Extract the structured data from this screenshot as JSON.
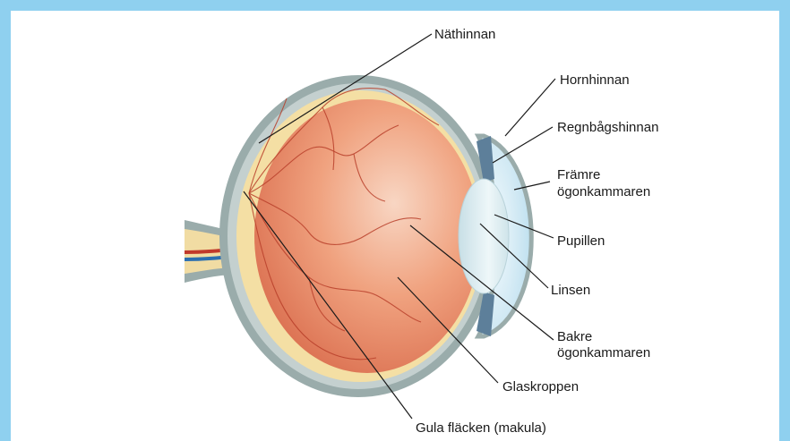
{
  "labels": {
    "nathinnan": "Näthinnan",
    "hornhinnan": "Hornhinnan",
    "regnbagshinnan": "Regnbågshinnan",
    "framre_line1": "Främre",
    "framre_line2": "ögonkammaren",
    "pupillen": "Pupillen",
    "linsen": "Linsen",
    "bakre_line1": "Bakre",
    "bakre_line2": "ögonkammaren",
    "glaskroppen": "Glaskroppen",
    "gula_flacken": "Gula fläcken (makula)"
  },
  "colors": {
    "frame_border": "#8fd0ef",
    "sclera": "#9aacab",
    "choroid": "#f4dfa4",
    "vitreous": "#e98663",
    "cornea": "#c9e6f2",
    "lens": "#dcecf0",
    "iris": "#5d7f9a",
    "optic_nerve": "#f1dca3",
    "vessel": "#b8402a"
  }
}
